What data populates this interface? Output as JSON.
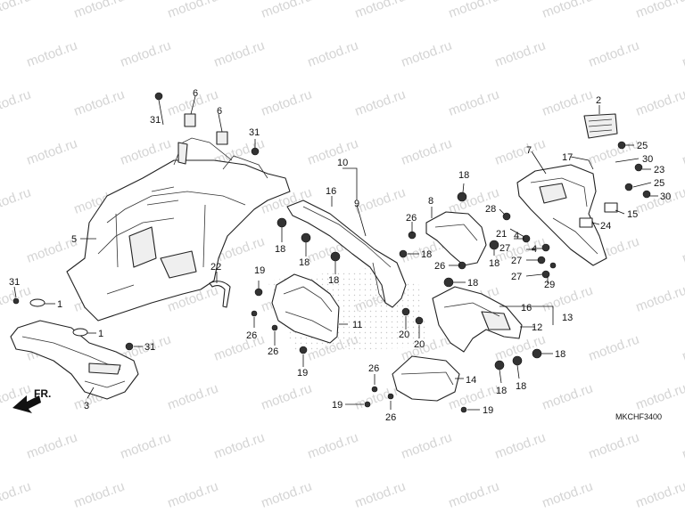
{
  "watermark": "motod.ru",
  "diagram_code": "MKCHF3400",
  "direction_label": "FR.",
  "callouts": [
    {
      "id": "c31a",
      "text": "31"
    },
    {
      "id": "c6a",
      "text": "6"
    },
    {
      "id": "c6b",
      "text": "6"
    },
    {
      "id": "c31b",
      "text": "31"
    },
    {
      "id": "c5",
      "text": "5"
    },
    {
      "id": "c22",
      "text": "22"
    },
    {
      "id": "c31c",
      "text": "31"
    },
    {
      "id": "c1a",
      "text": "1"
    },
    {
      "id": "c1b",
      "text": "1"
    },
    {
      "id": "c31d",
      "text": "31"
    },
    {
      "id": "c3",
      "text": "3"
    },
    {
      "id": "c10",
      "text": "10"
    },
    {
      "id": "c16a",
      "text": "16"
    },
    {
      "id": "c9",
      "text": "9"
    },
    {
      "id": "c18a",
      "text": "18"
    },
    {
      "id": "c18b",
      "text": "18"
    },
    {
      "id": "c18c",
      "text": "18"
    },
    {
      "id": "c19a",
      "text": "19"
    },
    {
      "id": "c26a",
      "text": "26"
    },
    {
      "id": "c26b",
      "text": "26"
    },
    {
      "id": "c19b",
      "text": "19"
    },
    {
      "id": "c11",
      "text": "11"
    },
    {
      "id": "c8",
      "text": "8"
    },
    {
      "id": "c18d",
      "text": "18"
    },
    {
      "id": "c26c",
      "text": "26"
    },
    {
      "id": "c18e",
      "text": "18"
    },
    {
      "id": "c18f",
      "text": "18"
    },
    {
      "id": "c26d",
      "text": "26"
    },
    {
      "id": "c18g",
      "text": "18"
    },
    {
      "id": "c18h",
      "text": "18"
    },
    {
      "id": "c20a",
      "text": "20"
    },
    {
      "id": "c20b",
      "text": "20"
    },
    {
      "id": "c16b",
      "text": "16"
    },
    {
      "id": "c13",
      "text": "13"
    },
    {
      "id": "c12",
      "text": "12"
    },
    {
      "id": "c18i",
      "text": "18"
    },
    {
      "id": "c18j",
      "text": "18"
    },
    {
      "id": "c18k",
      "text": "18"
    },
    {
      "id": "c14",
      "text": "14"
    },
    {
      "id": "c26e",
      "text": "26"
    },
    {
      "id": "c19c",
      "text": "19"
    },
    {
      "id": "c26f",
      "text": "26"
    },
    {
      "id": "c19d",
      "text": "19"
    },
    {
      "id": "c2",
      "text": "2"
    },
    {
      "id": "c7",
      "text": "7"
    },
    {
      "id": "c17",
      "text": "17"
    },
    {
      "id": "c25a",
      "text": "25"
    },
    {
      "id": "c30a",
      "text": "30"
    },
    {
      "id": "c23",
      "text": "23"
    },
    {
      "id": "c25b",
      "text": "25"
    },
    {
      "id": "c30b",
      "text": "30"
    },
    {
      "id": "c15",
      "text": "15"
    },
    {
      "id": "c24",
      "text": "24"
    },
    {
      "id": "c28",
      "text": "28"
    },
    {
      "id": "c21",
      "text": "21"
    },
    {
      "id": "c4a",
      "text": "4"
    },
    {
      "id": "c4b",
      "text": "4"
    },
    {
      "id": "c27a",
      "text": "27"
    },
    {
      "id": "c27b",
      "text": "27"
    },
    {
      "id": "c27c",
      "text": "27"
    },
    {
      "id": "c29",
      "text": "29"
    }
  ]
}
